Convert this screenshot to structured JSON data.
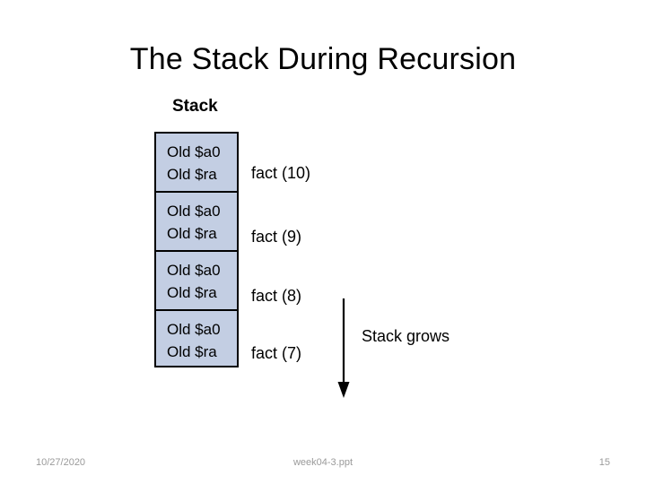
{
  "slide": {
    "title": "The Stack During Recursion",
    "background_color": "#ffffff"
  },
  "diagram": {
    "heading": "Stack",
    "frame_fill_color": "#c3cee3",
    "frame_border_color": "#000000",
    "frames": [
      {
        "line1": "Old $a0",
        "line2": "Old $ra",
        "label": "fact (10)"
      },
      {
        "line1": "Old $a0",
        "line2": "Old $ra",
        "label": "fact (9)"
      },
      {
        "line1": "Old $a0",
        "line2": "Old $ra",
        "label": "fact (8)"
      },
      {
        "line1": "Old $a0",
        "line2": "Old $ra",
        "label": "fact (7)"
      }
    ],
    "arrow": {
      "label": "Stack grows",
      "direction": "down",
      "color": "#000000"
    }
  },
  "footer": {
    "date": "10/27/2020",
    "file": "week04-3.ppt",
    "page_number": "15",
    "text_color": "#9a9a9a"
  }
}
